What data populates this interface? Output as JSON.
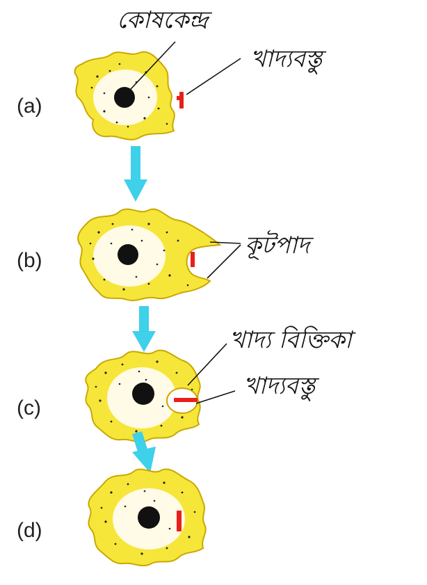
{
  "stages": [
    {
      "id": "a",
      "label": "(a)"
    },
    {
      "id": "b",
      "label": "(b)"
    },
    {
      "id": "c",
      "label": "(c)"
    },
    {
      "id": "d",
      "label": "(d)"
    }
  ],
  "labels": {
    "nucleus": "কোষকেন্দ্র",
    "food_a": "খাদ্যবস্তু",
    "pseudopodia": "কূটপাদ",
    "food_vacuole": "খাদ্য বিক্তিকা",
    "food_c": "খাদ্যবস্তু"
  },
  "colors": {
    "cell": "#f7e63a",
    "nucleus": "#111111",
    "food": "#e8201a",
    "arrow": "#3fd0ea"
  }
}
